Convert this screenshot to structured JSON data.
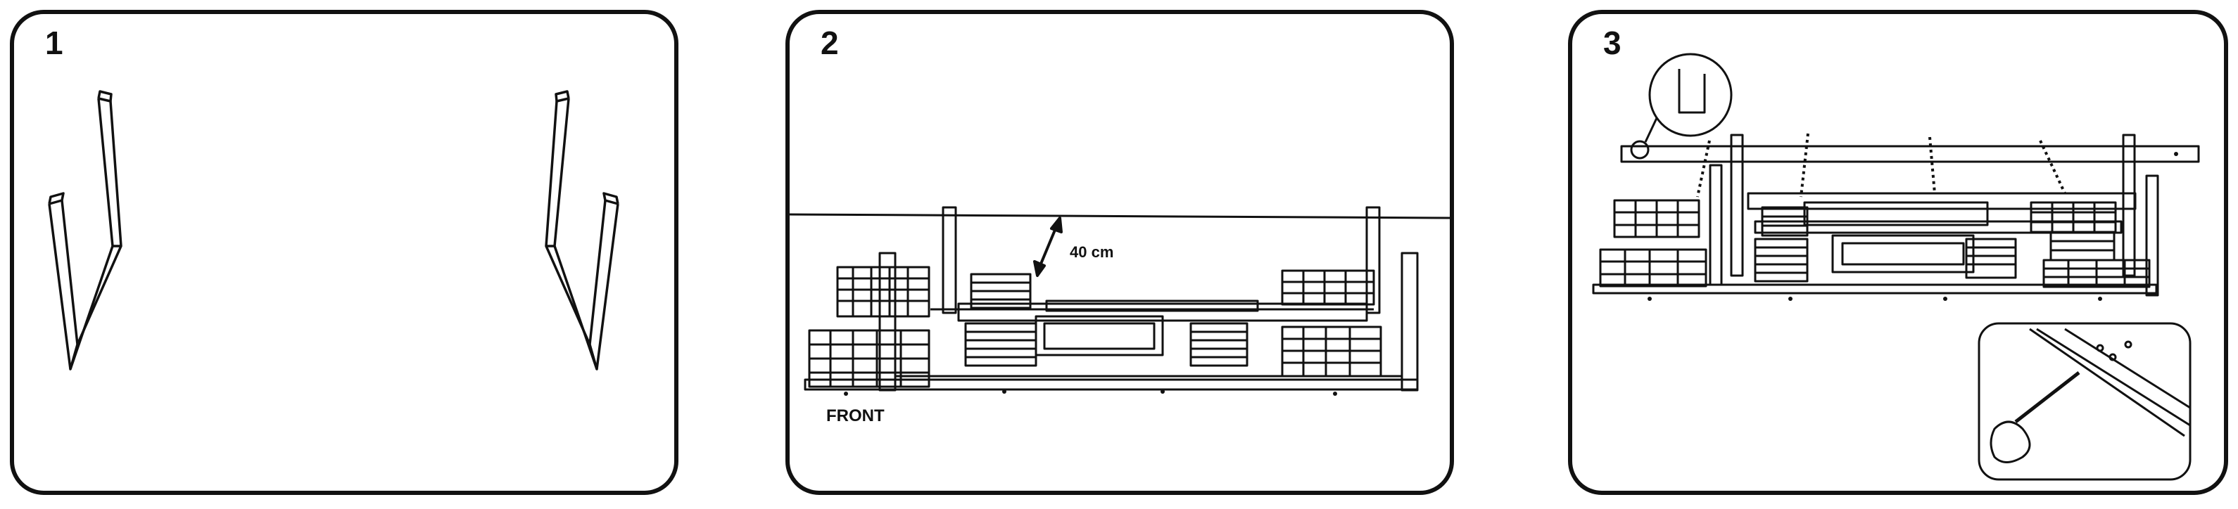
{
  "panels": [
    {
      "number": "1"
    },
    {
      "number": "2",
      "dimension_label": "40 cm",
      "front_label": "FRONT"
    },
    {
      "number": "3"
    }
  ]
}
